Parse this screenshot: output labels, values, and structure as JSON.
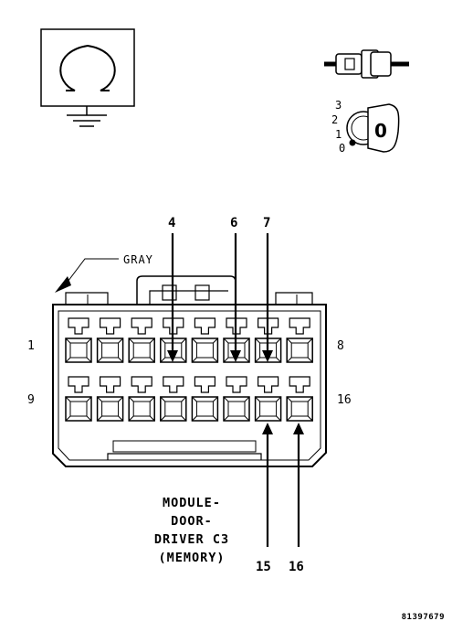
{
  "symbols": {
    "ground_symbol": "ohmmeter-ground-icon",
    "connector_symbol": "connector-icon",
    "ignition_symbol": "ignition-key-icon"
  },
  "ignition_positions": [
    "3",
    "2",
    "1",
    "0"
  ],
  "key_label": "0",
  "connector": {
    "color_label": "GRAY",
    "row_end_labels": {
      "top_left": "1",
      "top_right": "8",
      "bottom_left": "9",
      "bottom_right": "16"
    },
    "top_pins": [
      "4",
      "6",
      "7"
    ],
    "bottom_pins": [
      "15",
      "16"
    ]
  },
  "caption": [
    "MODULE-",
    "DOOR-",
    "DRIVER C3",
    "(MEMORY)"
  ],
  "figure_code": "81397679"
}
